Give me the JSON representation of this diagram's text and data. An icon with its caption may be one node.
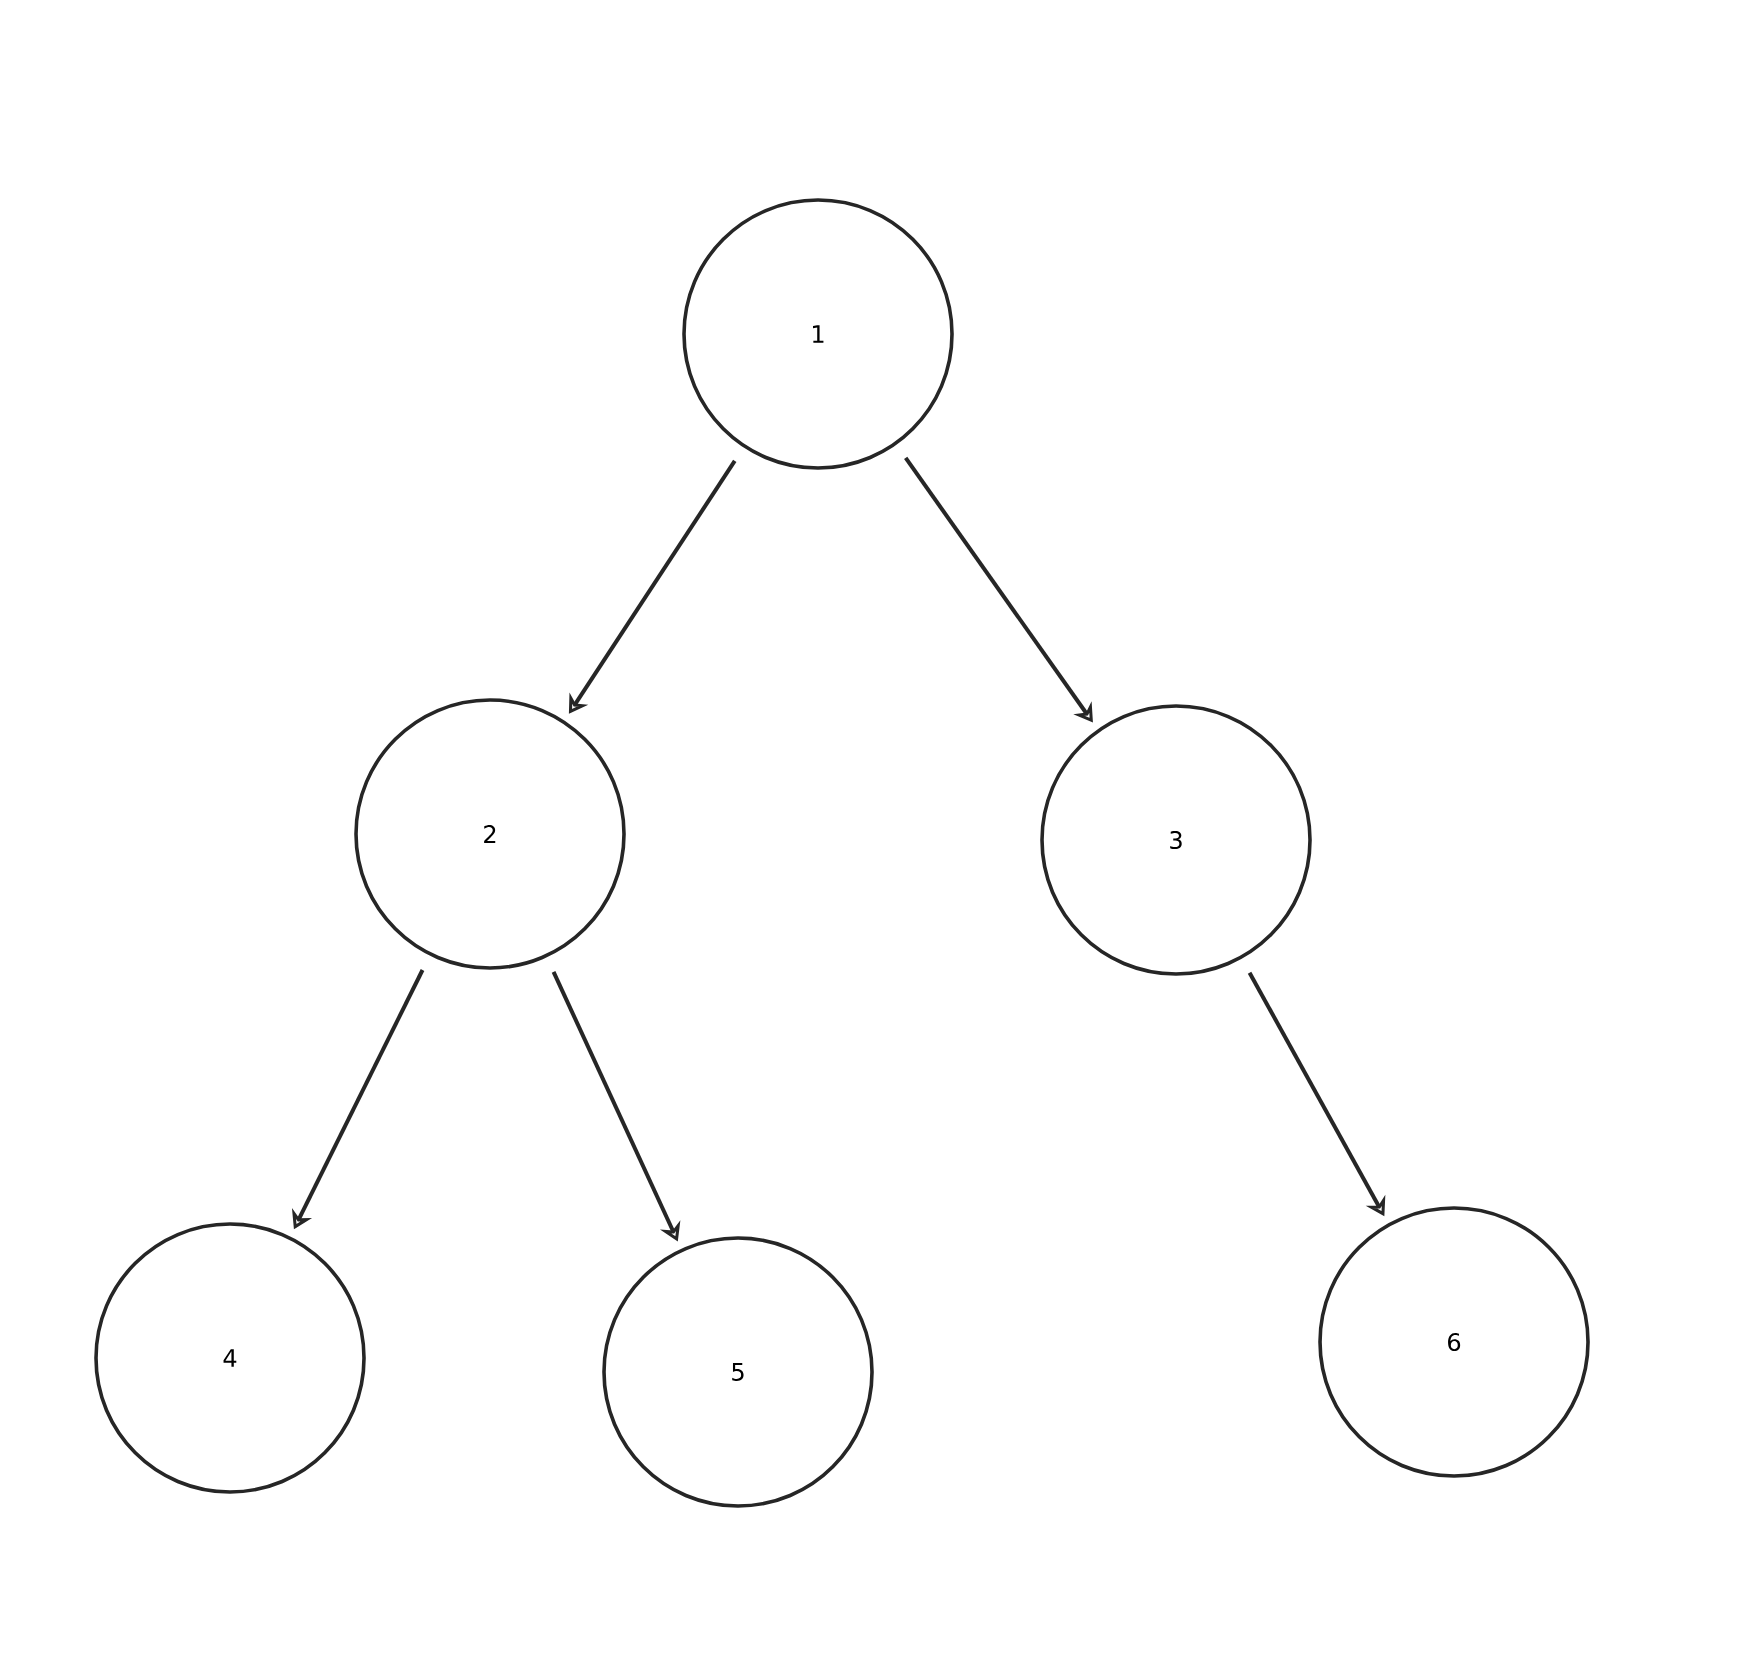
{
  "diagram": {
    "nodes": [
      {
        "text": [
          "1"
        ]
      },
      {
        "text": [
          "2"
        ]
      },
      {
        "text": [
          "3"
        ]
      },
      {
        "text": [
          "4"
        ]
      },
      {
        "text": [
          "5"
        ]
      },
      {
        "text": [
          "6"
        ]
      }
    ],
    "edges": [
      {
        "from": 0,
        "to": 1,
        "arrow": "to"
      },
      {
        "from": 0,
        "to": 2,
        "arrow": "to"
      },
      {
        "from": 1,
        "to": 3,
        "arrow": "to"
      },
      {
        "from": 1,
        "to": 4,
        "arrow": "to"
      },
      {
        "from": 2,
        "to": 5,
        "arrow": "to"
      }
    ]
  }
}
